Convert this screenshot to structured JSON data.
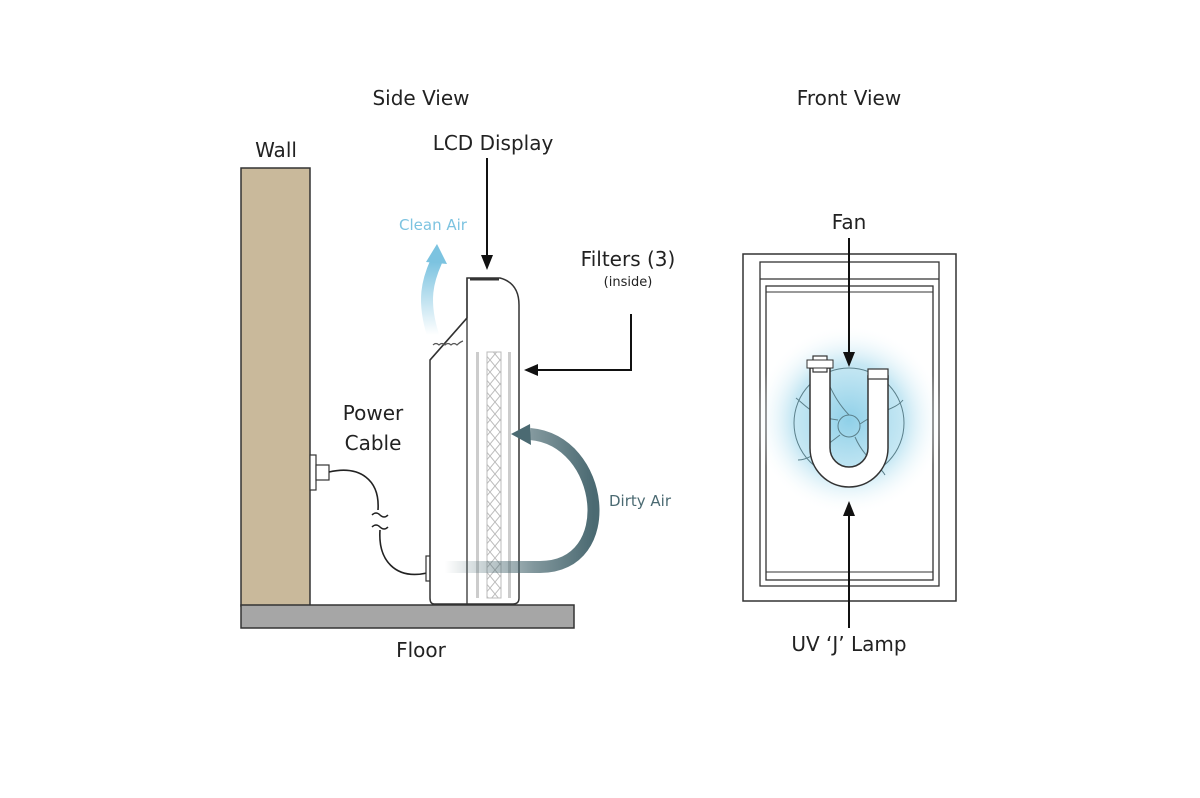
{
  "side_view": {
    "title": "Side View",
    "wall": "Wall",
    "floor": "Floor",
    "lcd": "LCD Display",
    "filters": "Filters (3)",
    "filters_sub": "(inside)",
    "clean_air": "Clean Air",
    "dirty_air": "Dirty Air",
    "power_line1": "Power",
    "power_line2": "Cable"
  },
  "front_view": {
    "title": "Front View",
    "fan": "Fan",
    "lamp": "UV ‘J’ Lamp"
  },
  "colors": {
    "wall": "#c9b99b",
    "floor": "#a6a6a6",
    "clean_air": "#7cc3e0",
    "dirty_air": "#4b6a72",
    "uv_glow": "#9fd6ea"
  }
}
